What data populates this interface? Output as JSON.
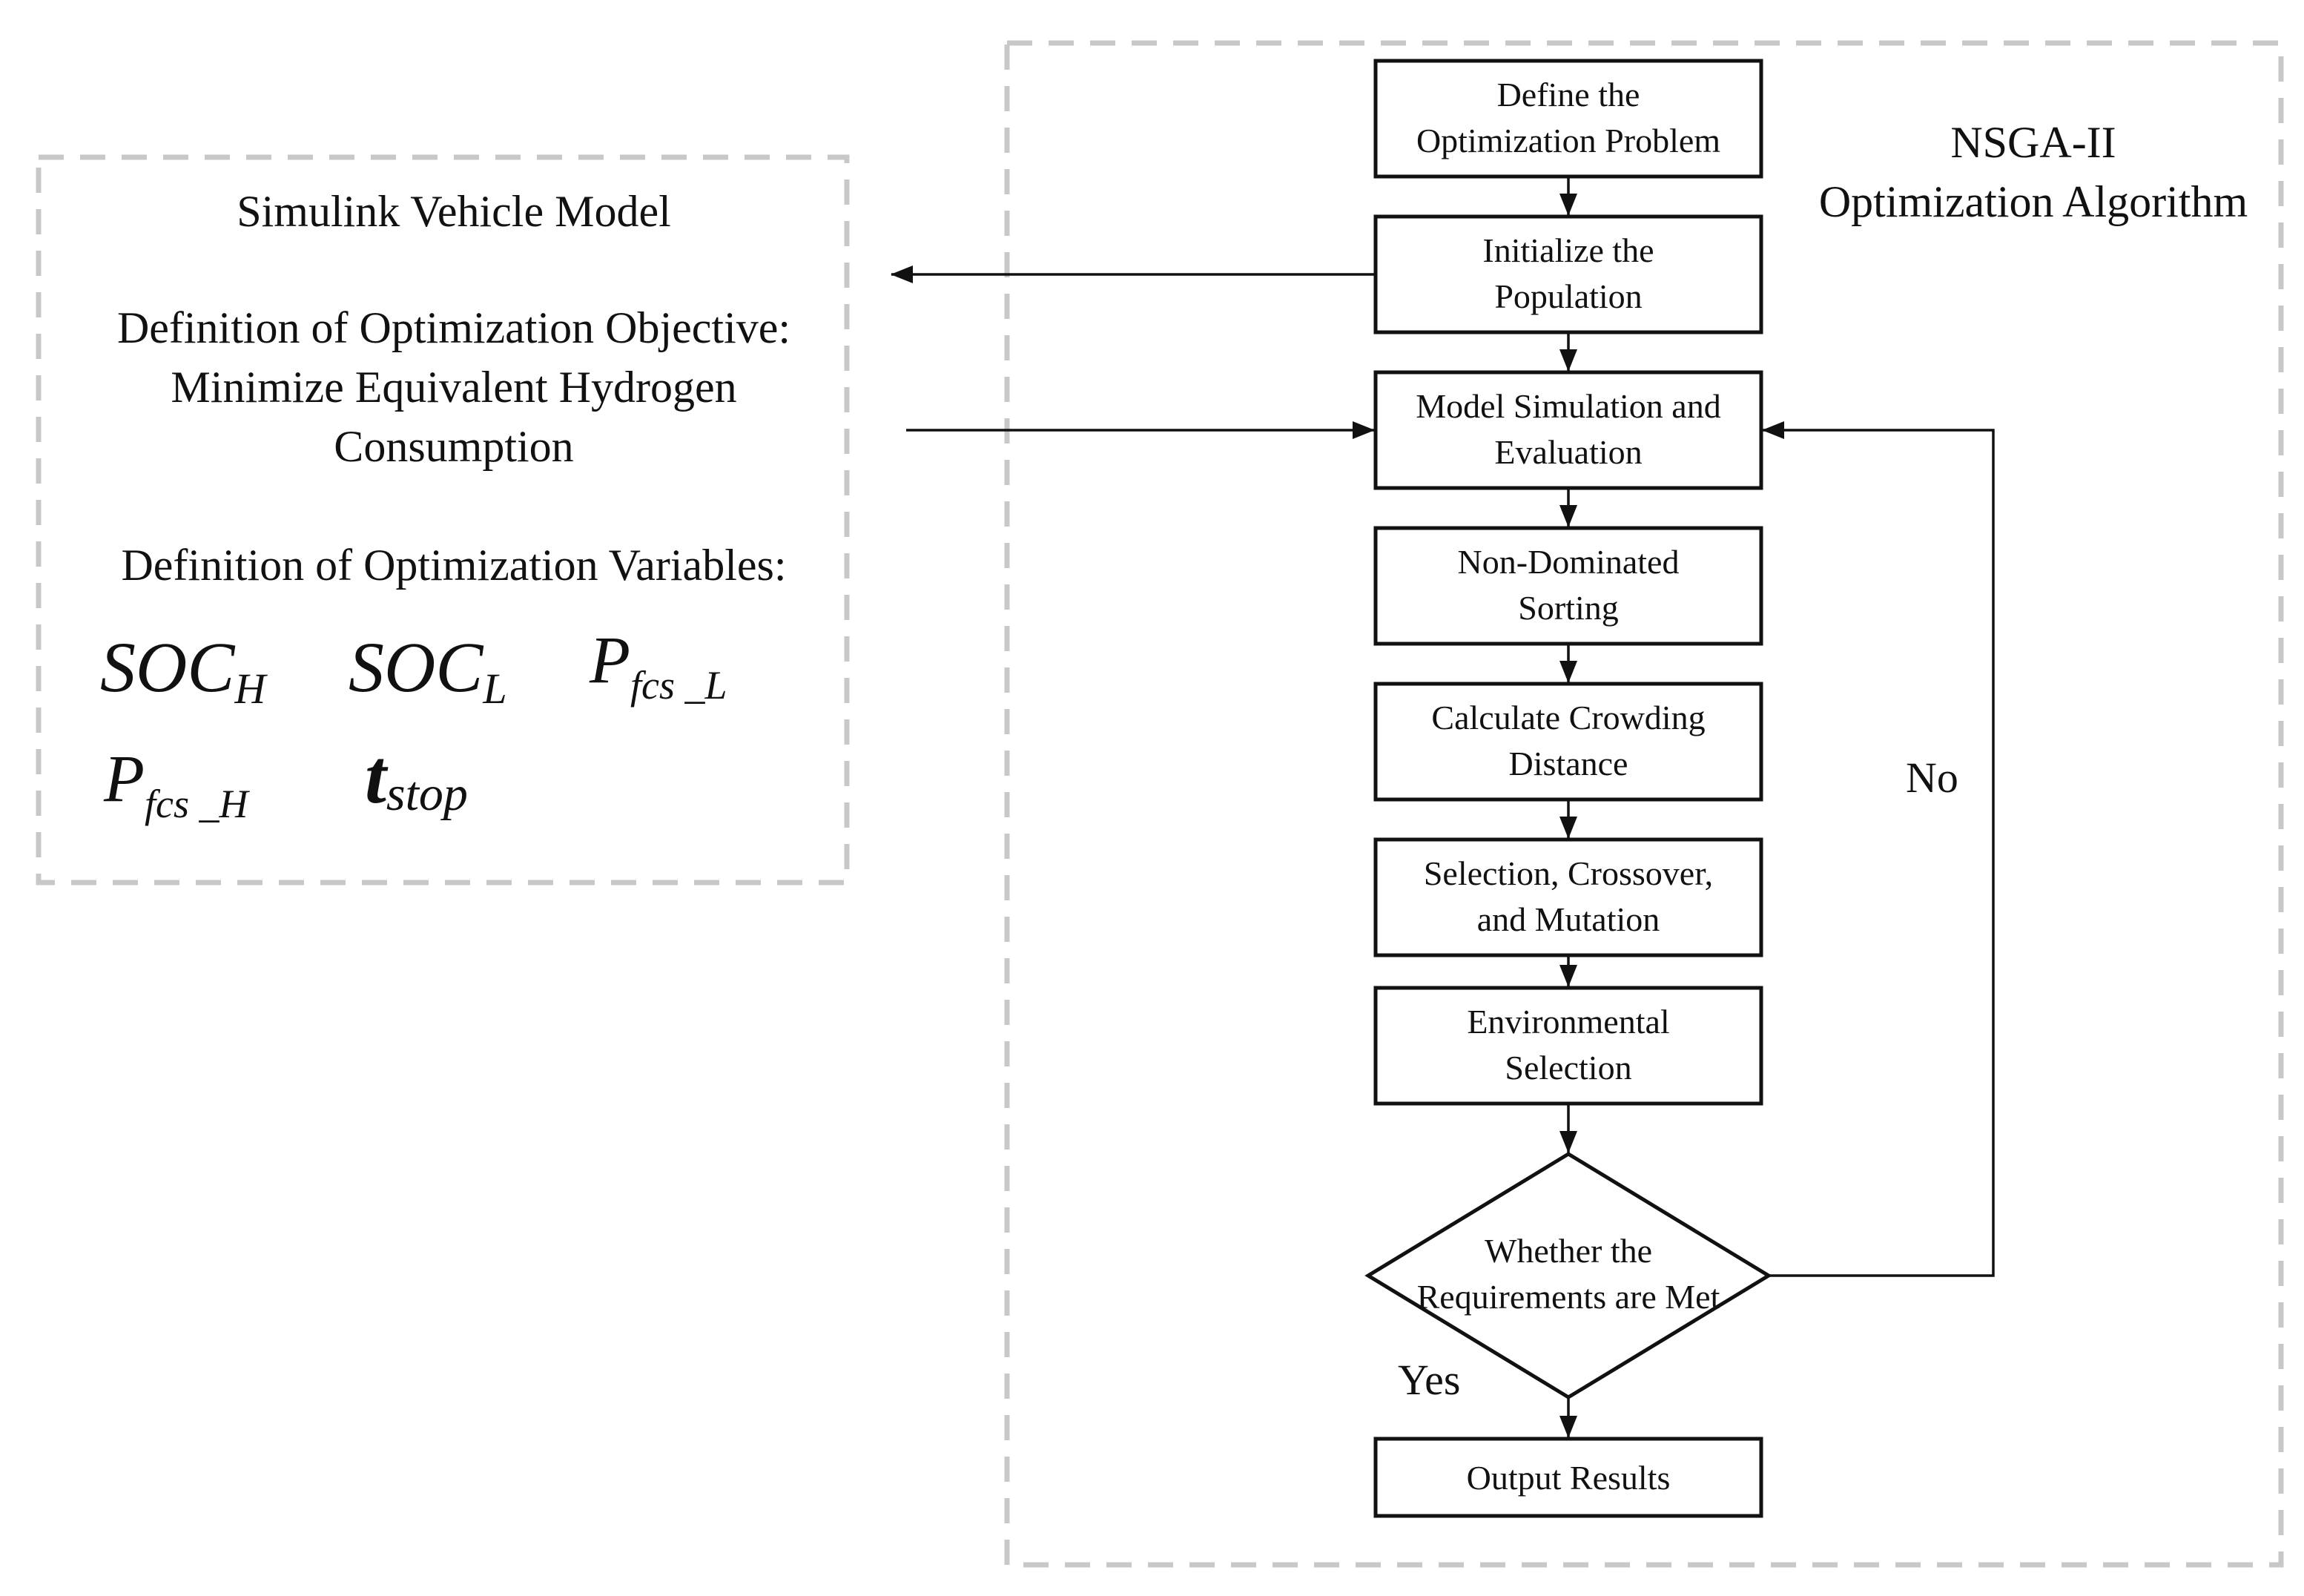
{
  "left_panel": {
    "title": "Simulink Vehicle Model",
    "objective_lines": [
      "Definition of Optimization Objective:",
      "Minimize Equivalent Hydrogen",
      "Consumption"
    ],
    "variables_heading": "Definition of Optimization Variables:",
    "variables": {
      "soc_h": {
        "base": "SOC",
        "sub": "H"
      },
      "soc_l": {
        "base": "SOC",
        "sub": "L"
      },
      "p_fcs_l": {
        "base": "P",
        "sub": "fcs _L"
      },
      "p_fcs_h": {
        "base": "P",
        "sub": "fcs _H"
      },
      "t_stop": {
        "base": "t",
        "sub": "stop"
      }
    }
  },
  "right_panel": {
    "title_lines": [
      "NSGA-II",
      "Optimization Algorithm"
    ]
  },
  "flow": {
    "steps": [
      [
        "Define the",
        "Optimization Problem"
      ],
      [
        "Initialize the",
        "Population"
      ],
      [
        "Model Simulation and",
        "Evaluation"
      ],
      [
        "Non-Dominated",
        "Sorting"
      ],
      [
        "Calculate Crowding",
        "Distance"
      ],
      [
        "Selection, Crossover,",
        "and Mutation"
      ],
      [
        "Environmental",
        "Selection"
      ]
    ],
    "decision": [
      "Whether the",
      "Requirements are Met"
    ],
    "output": "Output Results",
    "yes_label": "Yes",
    "no_label": "No"
  }
}
